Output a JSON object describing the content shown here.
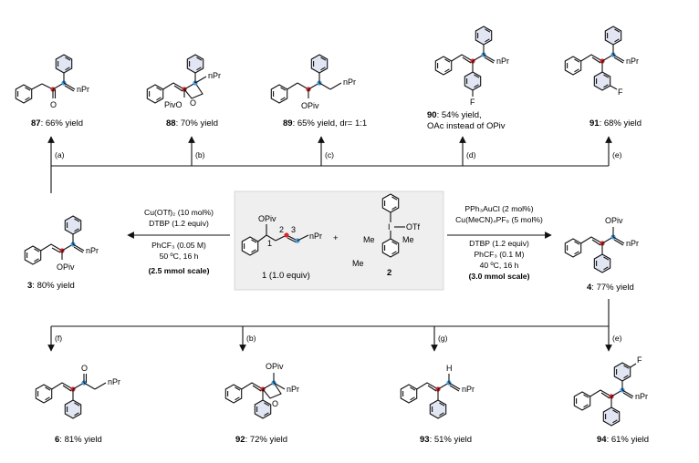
{
  "colors": {
    "red": "#d8262b",
    "blue": "#3f9ce0",
    "box": "#efefef",
    "ringfill": "#e2e6f3"
  },
  "start": {
    "substrate_label": "1 (1.0 equiv)",
    "reagent_label": "2",
    "atoms": {
      "opiv": "OPiv",
      "n1": "1",
      "n2": "2",
      "n3": "3",
      "npr": "nPr",
      "me1": "Me",
      "me2": "Me",
      "me3": "Me",
      "i": "I",
      "otf": "OTf",
      "plus": "+"
    }
  },
  "left_conditions": [
    "Cu(OTf)₂ (10 mol%)",
    "DTBP (1.2 equiv)",
    "PhCF₃ (0.05 M)",
    "50 ºC, 16 h",
    "(2.5 mmol scale)"
  ],
  "right_conditions": [
    "PPh₃AuCl (2 mol%)",
    "Cu(MeCN)₄PF₆ (5 mol%)",
    "DTBP (1.2 equiv)",
    "PhCF₃ (0.1 M)",
    "40 ºC, 16 h",
    "(3.0 mmol scale)"
  ],
  "product3": {
    "num": "3",
    "text": ": 80% yield",
    "atoms": {
      "npr": "nPr",
      "opiv": "OPiv"
    }
  },
  "product4": {
    "num": "4",
    "text": ": 77% yield",
    "atoms": {
      "npr": "nPr",
      "opiv": "OPiv"
    }
  },
  "top_arrows": [
    "(a)",
    "(b)",
    "(c)",
    "(d)",
    "(e)"
  ],
  "bottom_arrows": [
    "(f)",
    "(b)",
    "(g)",
    "(e)"
  ],
  "top_products": [
    {
      "num": "87",
      "text": ": 66% yield",
      "atoms": {
        "o": "O",
        "npr": "nPr"
      }
    },
    {
      "num": "88",
      "text": ": 70% yield",
      "atoms": {
        "pivo": "PivO",
        "o": "O",
        "npr": "nPr"
      }
    },
    {
      "num": "89",
      "text": ": 65% yield, dr= 1:1",
      "atoms": {
        "opiv": "OPiv",
        "npr": "nPr"
      }
    },
    {
      "num": "90",
      "text": ": 54% yield,",
      "text2": "OAc instead of OPiv",
      "atoms": {
        "f": "F",
        "npr": "nPr"
      }
    },
    {
      "num": "91",
      "text": ": 68% yield",
      "atoms": {
        "f": "F",
        "npr": "nPr"
      }
    }
  ],
  "bottom_products": [
    {
      "num": "6",
      "text": ": 81% yield",
      "atoms": {
        "o": "O",
        "npr": "nPr"
      }
    },
    {
      "num": "92",
      "text": ": 72% yield",
      "atoms": {
        "opiv": "OPiv",
        "o": "O",
        "npr": "nPr"
      }
    },
    {
      "num": "93",
      "text": ": 51% yield",
      "atoms": {
        "h": "H",
        "npr": "nPr"
      }
    },
    {
      "num": "94",
      "text": ": 61% yield",
      "atoms": {
        "f": "F",
        "npr": "nPr"
      }
    }
  ]
}
